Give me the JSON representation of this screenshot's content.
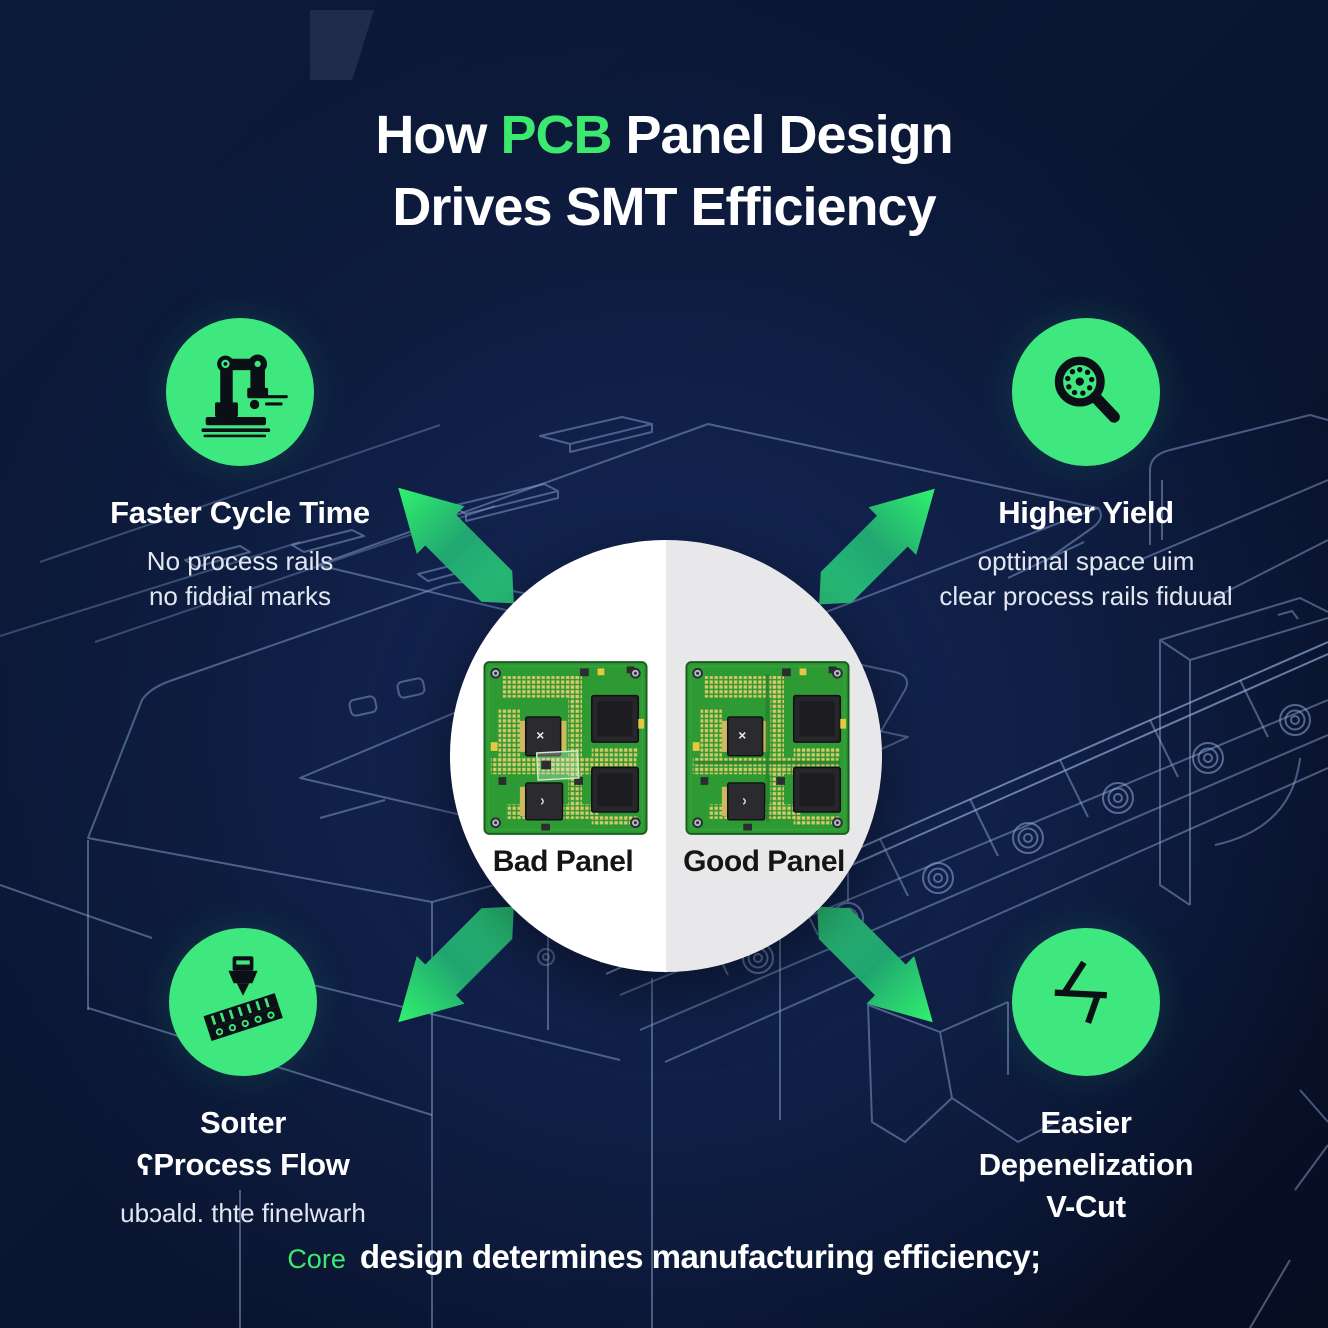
{
  "title": {
    "line1_pre": "How",
    "line1_accent": "PCB",
    "line1_post": "Panel Design",
    "line2": "Drives SMT Efficiency"
  },
  "quadrants": {
    "top_left": {
      "heading": "Faster Cycle Time",
      "sub1": "No process rails",
      "sub2": "no fiddial marks",
      "icon": "pick-and-place-robot-icon"
    },
    "top_right": {
      "heading": "Higher Yield",
      "sub1": "opttimal space uim",
      "sub2": "clear process rails fiduual",
      "icon": "inspection-magnifier-icon"
    },
    "bottom_left": {
      "heading_line1": "Soıter",
      "heading_line2": "ʕProcess Flow",
      "sub1": "ubɔald. thte finelwarh",
      "icon": "solder-conveyor-icon"
    },
    "bottom_right": {
      "heading_line1": "Easier",
      "heading_line2": "Depenelization",
      "heading_line3": "V-Cut",
      "icon": "v-cut-icon"
    }
  },
  "center": {
    "bad_label": "Bad Panel",
    "good_label": "Good Panel"
  },
  "tagline": {
    "accent": "Core",
    "text": "design determines manufacturing efficiency;"
  },
  "colors": {
    "accent_green": "#3ce96e",
    "icon_circle_green": "#3ee87e",
    "arrow_gradient": [
      "#2ccb7e",
      "#22a873",
      "#31f26e"
    ],
    "background_navy": "#0c1a3a",
    "wireframe_blue": "#8fa9d9",
    "circle_left_half": "#ffffff",
    "circle_right_half": "#e8e8eb",
    "pcb_board_green": "#2e9a34",
    "pcb_gold": "#dbc868"
  }
}
